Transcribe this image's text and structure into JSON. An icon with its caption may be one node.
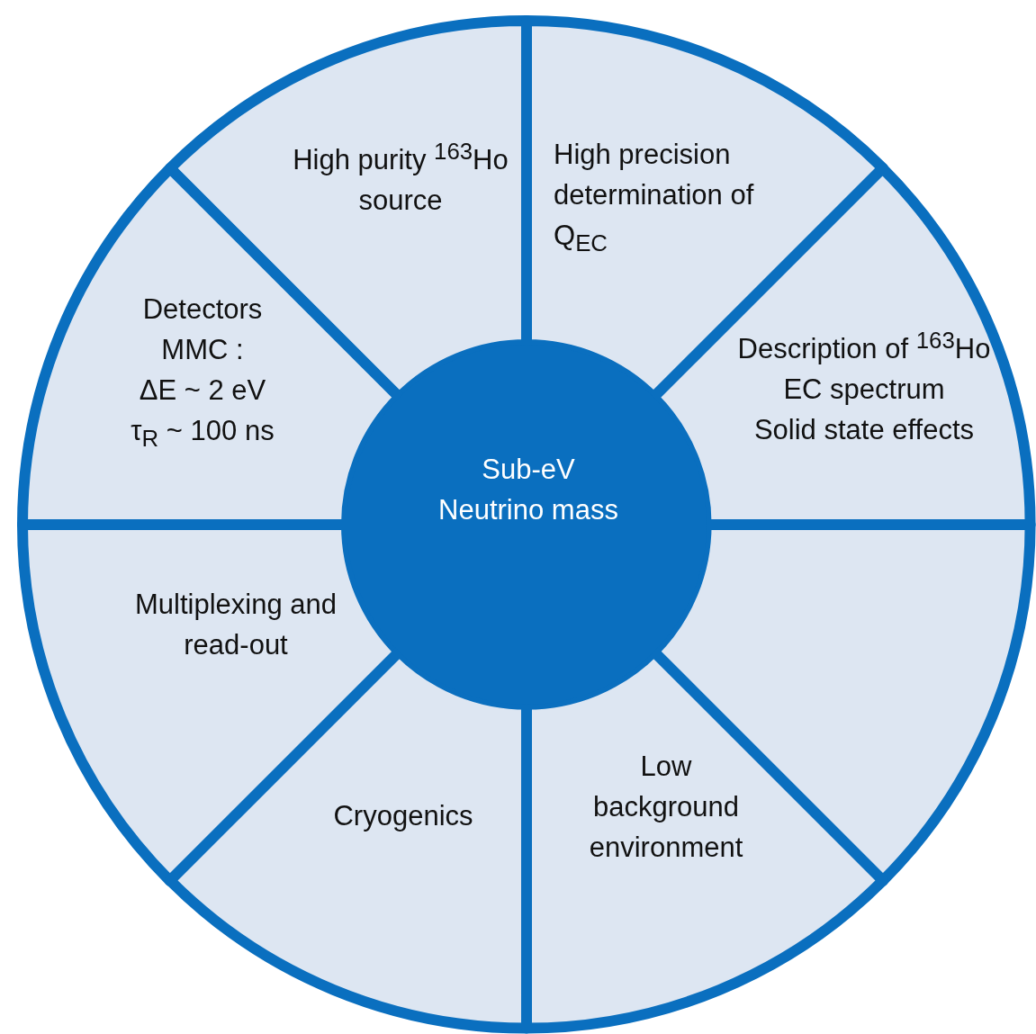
{
  "diagram": {
    "nodes": [
      {
        "text": [
          "High purity $^{163}$Ho source"
        ]
      },
      {
        "text": [
          "High precision determination of Q$_{EC}$"
        ]
      },
      {
        "text": [
          "Detectors MMC :",
          "ΔE ~ 2 eV",
          "τ$_{R}$ ~ 100 ns"
        ]
      },
      {
        "text": [
          "Description of $^{163}$Ho EC spectrum",
          "Solid state effects"
        ]
      },
      {
        "text": [
          "Sub-eV Neutrino mass"
        ]
      },
      {
        "text": [],
        "shape": "sector"
      },
      {
        "text": [
          "Multiplexing and read-out"
        ]
      },
      {
        "text": [
          "Cryogenics"
        ]
      },
      {
        "text": [
          "Low background environment"
        ]
      }
    ],
    "edges": []
  }
}
